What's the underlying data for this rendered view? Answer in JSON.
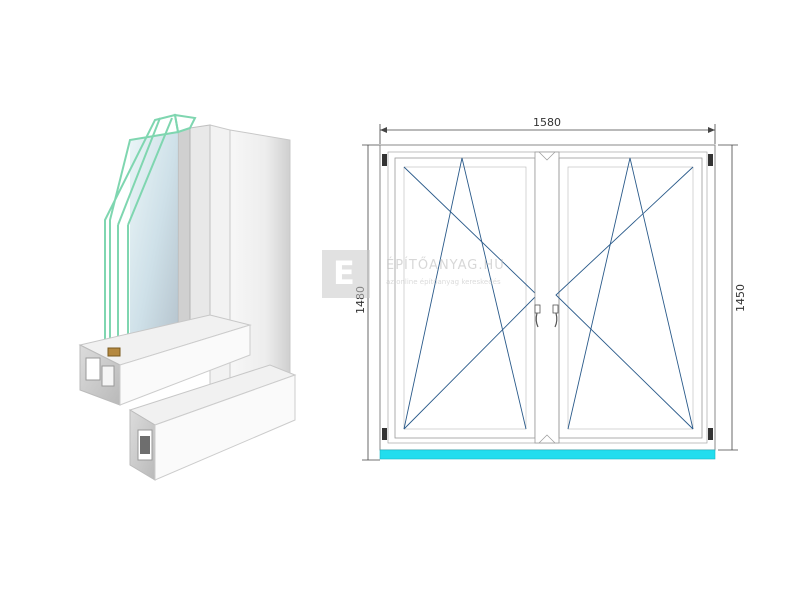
{
  "dimensions": {
    "width_label": "1580",
    "height_outer_label": "1480",
    "height_inner_label": "1450"
  },
  "watermark": {
    "title": "ÉPÍTŐANYAG.HU",
    "subtitle": "az online építőanyag kereskedés",
    "logo_letter": "E"
  },
  "colors": {
    "frame": "#ffffff",
    "frame_stroke": "#8a8a8a",
    "opening_lines": "#2a5a8a",
    "sill": "#22ddee",
    "glass_edge": "#7fd6b0"
  },
  "icons": {
    "handle": "window-handle-icon",
    "hinge": "hinge-icon",
    "profile": "window-profile-cross-section"
  }
}
